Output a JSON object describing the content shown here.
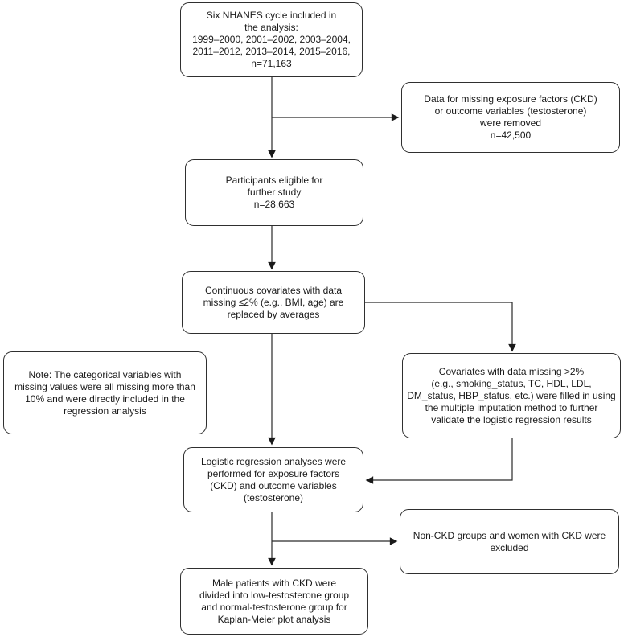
{
  "diagram": {
    "type": "flowchart",
    "background_color": "#ffffff",
    "box_border_color": "#2f2f2f",
    "text_color": "#1a1a1a",
    "arrow_color": "#2a2a2a",
    "nodes": [
      {
        "id": "nhanes-cycles",
        "text": "Six NHANES cycle included in\nthe analysis:\n1999–2000, 2001–2002, 2003–2004,\n2011–2012, 2013–2014, 2015–2016,\nn=71,163"
      },
      {
        "id": "missing-data-removed",
        "text": "Data for missing exposure factors (CKD)\nor outcome variables (testosterone)\nwere removed\nn=42,500"
      },
      {
        "id": "participants-eligible",
        "text": "Participants eligible for\nfurther study\nn=28,663"
      },
      {
        "id": "continuous-covariates",
        "text": "Continuous covariates with data\nmissing ≤2% (e.g., BMI, age) are\nreplaced by averages"
      },
      {
        "id": "note-categorical-variables",
        "text": "Note: The categorical variables with\nmissing values were all missing more than\n10% and were directly included in the\nregression analysis"
      },
      {
        "id": "covariates-multiple-imputation",
        "text": "Covariates with data missing >2%\n(e.g., smoking_status, TC, HDL, LDL,\nDM_status, HBP_status, etc.) were filled in using\nthe multiple imputation method to further\nvalidate the logistic regression results"
      },
      {
        "id": "logistic-regression",
        "text": "Logistic regression analyses were\nperformed for exposure factors\n(CKD) and outcome variables\n(testosterone)"
      },
      {
        "id": "non-ckd-excluded",
        "text": "Non-CKD groups and women with CKD were\nexcluded"
      },
      {
        "id": "kaplan-meier",
        "text": "Male patients with CKD were\ndivided into low-testosterone group\nand normal-testosterone group for\nKaplan-Meier plot analysis"
      }
    ],
    "edges": [
      {
        "from": "nhanes-cycles",
        "to": "participants-eligible"
      },
      {
        "from": "nhanes-cycles",
        "to": "missing-data-removed"
      },
      {
        "from": "participants-eligible",
        "to": "continuous-covariates"
      },
      {
        "from": "continuous-covariates",
        "to": "logistic-regression"
      },
      {
        "from": "continuous-covariates",
        "to": "covariates-multiple-imputation"
      },
      {
        "from": "covariates-multiple-imputation",
        "to": "logistic-regression"
      },
      {
        "from": "logistic-regression",
        "to": "kaplan-meier"
      },
      {
        "from": "logistic-regression",
        "to": "non-ckd-excluded"
      }
    ]
  }
}
